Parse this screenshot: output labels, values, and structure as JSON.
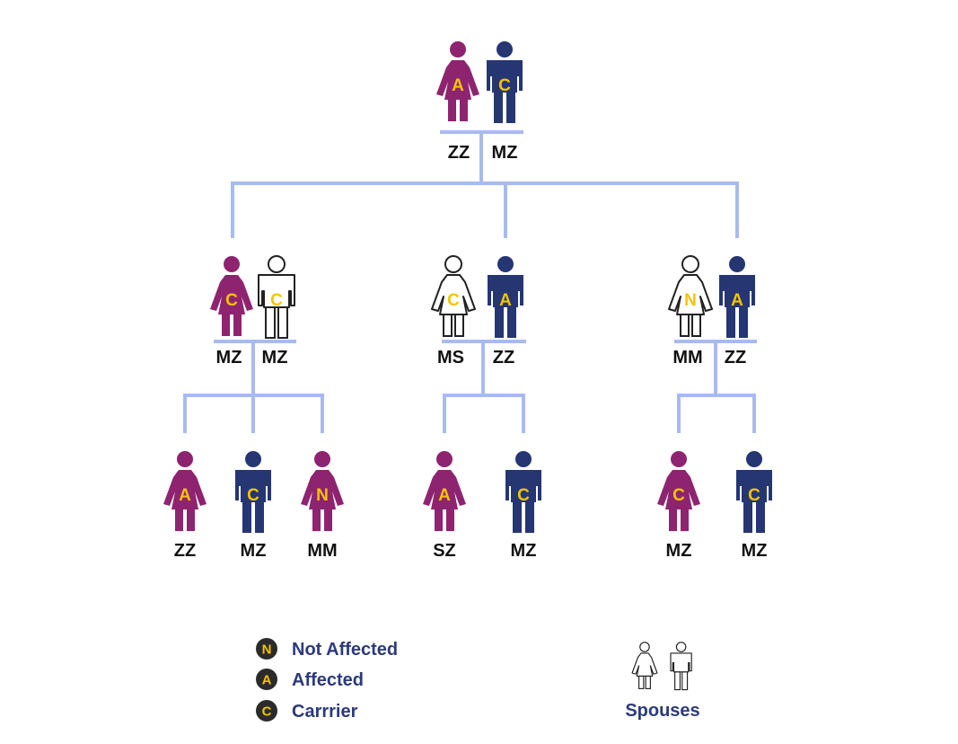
{
  "colors": {
    "female": "#8e2470",
    "male": "#253673",
    "spouse_fill": "#ffffff",
    "spouse_outline": "#222222",
    "status_letter": "#f5c400",
    "connector": "#a8bbf0",
    "legend_text": "#2c3a7c",
    "legend_badge": "#2b2b2b"
  },
  "generations": [
    {
      "couples": [
        {
          "female": {
            "status": "A",
            "genotype": "ZZ",
            "spouse": false
          },
          "male": {
            "status": "C",
            "genotype": "MZ",
            "spouse": false
          },
          "children": [
            "gen2.0",
            "gen2.1",
            "gen2.2"
          ]
        }
      ]
    },
    {
      "couples": [
        {
          "female": {
            "status": "C",
            "genotype": "MZ",
            "spouse": false
          },
          "male": {
            "status": "C",
            "genotype": "MZ",
            "spouse": true
          }
        },
        {
          "female": {
            "status": "C",
            "genotype": "MS",
            "spouse": true
          },
          "male": {
            "status": "A",
            "genotype": "ZZ",
            "spouse": false
          }
        },
        {
          "female": {
            "status": "N",
            "genotype": "MM",
            "spouse": true
          },
          "male": {
            "status": "A",
            "genotype": "ZZ",
            "spouse": false
          }
        }
      ]
    }
  ],
  "grandchildren": [
    [
      {
        "sex": "female",
        "status": "A",
        "genotype": "ZZ"
      },
      {
        "sex": "male",
        "status": "C",
        "genotype": "MZ"
      },
      {
        "sex": "female",
        "status": "N",
        "genotype": "MM"
      }
    ],
    [
      {
        "sex": "female",
        "status": "A",
        "genotype": "SZ"
      },
      {
        "sex": "male",
        "status": "C",
        "genotype": "MZ"
      }
    ],
    [
      {
        "sex": "female",
        "status": "C",
        "genotype": "MZ"
      },
      {
        "sex": "male",
        "status": "C",
        "genotype": "MZ"
      }
    ]
  ],
  "legend": {
    "items": [
      {
        "letter": "N",
        "label": "Not Affected"
      },
      {
        "letter": "A",
        "label": "Affected"
      },
      {
        "letter": "C",
        "label": "Carrrier"
      }
    ],
    "spouses_label": "Spouses"
  }
}
